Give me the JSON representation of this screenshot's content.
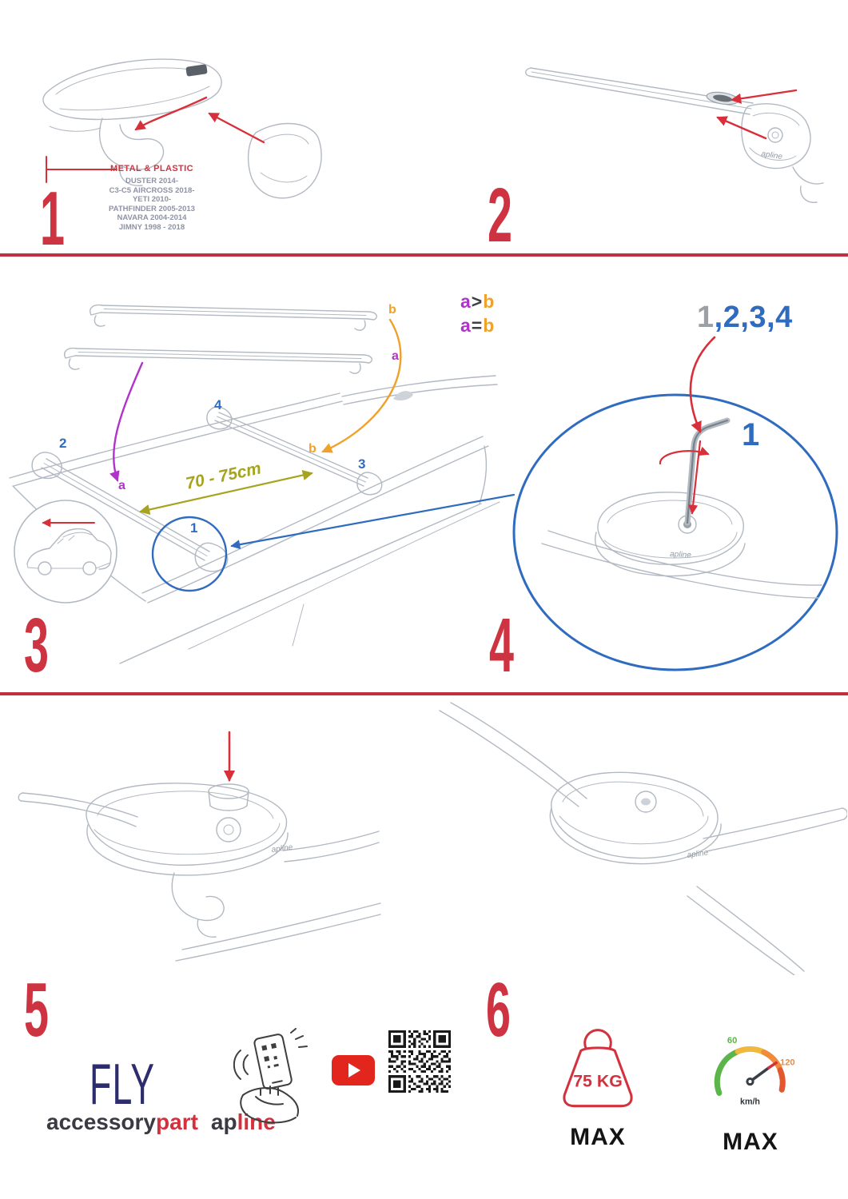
{
  "step1": {
    "number": "1",
    "material_label": "METAL & PLASTIC",
    "models": [
      "DUSTER 2014-",
      "C3-C5 AIRCROSS 2018-",
      "YETI 2010-",
      "PATHFINDER 2005-2013",
      "NAVARA 2004-2014",
      "JIMNY 1998 - 2018"
    ]
  },
  "step2": {
    "number": "2"
  },
  "step3": {
    "number": "3",
    "bar_label_top": "b",
    "bar_label_bottom": "a",
    "rule_longer": {
      "left": "a",
      "op": ">",
      "right": "b"
    },
    "rule_equal": {
      "left": "a",
      "op": "=",
      "right": "b"
    },
    "distance": "70 - 75cm",
    "roof_pos_1": "1",
    "roof_pos_2": "2",
    "roof_pos_3": "3",
    "roof_pos_4": "4",
    "roof_label_a": "a",
    "roof_label_b": "b"
  },
  "step4": {
    "number": "4",
    "sequence_first": "1",
    "sequence_rest": ",2,3,4",
    "callout": "1"
  },
  "step5": {
    "number": "5"
  },
  "step6": {
    "number": "6"
  },
  "brand_small": "apline",
  "branding": {
    "product": "FLY",
    "word1_dark": "accessory",
    "word1_red": "part",
    "word2_dark": "ap",
    "word2_red": "line"
  },
  "limits": {
    "weight_value": "75 KG",
    "weight_max": "MAX",
    "speed_low": "60",
    "speed_high": "120",
    "speed_unit": "km/h",
    "speed_max": "MAX"
  },
  "colors": {
    "accent_red": "#d2323e",
    "line_blue": "#2f6bbf",
    "purple": "#b233cc",
    "orange": "#f0a12c",
    "olive": "#a6a41f",
    "navy": "#2d2d6e",
    "sketch_gray": "#b2b9c2"
  }
}
